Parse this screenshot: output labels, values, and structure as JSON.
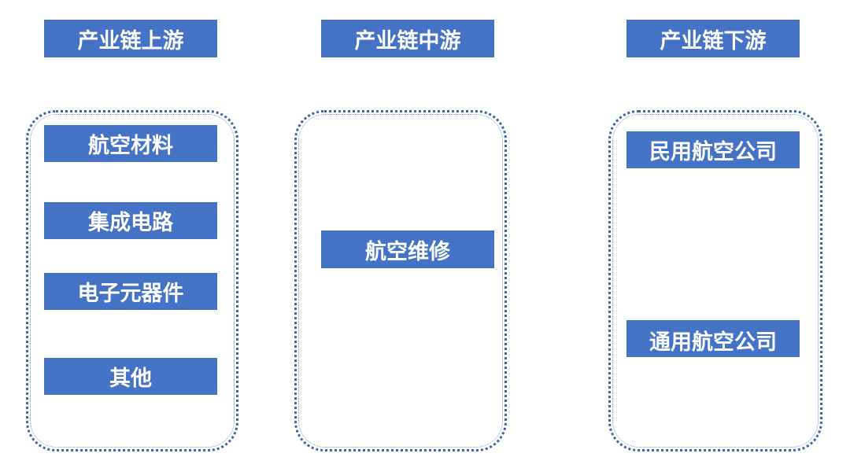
{
  "headers": {
    "upstream": "产业链上游",
    "midstream": "产业链中游",
    "downstream": "产业链下游"
  },
  "upstream_items": [
    "航空材料",
    "集成电路",
    "电子元器件",
    "其他"
  ],
  "midstream_items": [
    "航空维修"
  ],
  "downstream_items": [
    "民用航空公司",
    "通用航空公司"
  ],
  "colors": {
    "box": "#4472c4",
    "box_text": "#ffffff",
    "panel_border": "#3d63ad"
  }
}
